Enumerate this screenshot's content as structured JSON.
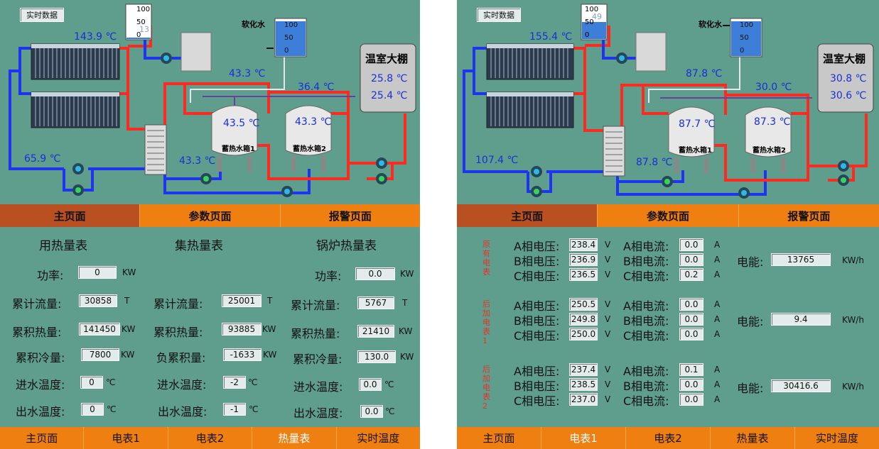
{
  "colors": {
    "panel": "#5f9e8c",
    "nav": "#f07f12",
    "nav_active": "#b95022",
    "pipe_red": "#ff2a1f",
    "pipe_blue": "#1d35f0",
    "pipe_purple": "#6a3fa0",
    "value_blue": "#1b2fd6"
  },
  "top_left": {
    "realtime_button": "实时数据",
    "tank_gauge": {
      "top": "100",
      "mid": "50",
      "bot": "0",
      "value": "13",
      "fill_fraction": 0.05
    },
    "soft_tank": {
      "top": "100",
      "mid": "50",
      "bot": "0"
    },
    "soft_water_label": "软化水",
    "temps": {
      "collector_top": "143.9 ℃",
      "collector_return": "65.9 ℃",
      "pipe_mid": "43.3 ℃",
      "pipe_right": "36.4 ℃",
      "pipe_low": "43.3 ℃"
    },
    "tank1": {
      "temp": "43.5 ℃",
      "name": "蓄热水箱1"
    },
    "tank2": {
      "temp": "43.3 ℃",
      "name": "蓄热水箱2"
    },
    "greenhouse": {
      "title": "温室大棚",
      "t1": "25.8 ℃",
      "t2": "25.4 ℃"
    }
  },
  "top_right": {
    "realtime_button": "实时数据",
    "tank_gauge": {
      "top": "100",
      "mid": "50",
      "bot": "0",
      "value": "49",
      "fill_fraction": 0.49
    },
    "soft_tank": {
      "top": "100",
      "mid": "50",
      "bot": "0"
    },
    "soft_water_label": "软化水",
    "temps": {
      "collector_top": "155.4 ℃",
      "collector_return": "107.4 ℃",
      "pipe_mid": "87.8 ℃",
      "pipe_right": "30.0 ℃",
      "pipe_low": "87.8 ℃"
    },
    "tank1": {
      "temp": "87.7 ℃",
      "name": "蓄热水箱1"
    },
    "tank2": {
      "temp": "87.3 ℃",
      "name": "蓄热水箱2"
    },
    "greenhouse": {
      "title": "温室大棚",
      "t1": "30.8 ℃",
      "t2": "30.6 ℃"
    }
  },
  "top_nav": [
    "主页面",
    "参数页面",
    "报警页面"
  ],
  "heat_meters": {
    "headers": [
      "用热量表",
      "集热量表",
      "锅炉热量表"
    ],
    "power_label": "功率:",
    "power_left": "0",
    "power_right": "0.0",
    "power_unit": "KW",
    "rows": [
      {
        "l1": "累计流量:",
        "v1": "30858",
        "u1": "T",
        "l2": "累计流量:",
        "v2": "25001",
        "u2": "T",
        "l3": "累计流量:",
        "v3": "5767",
        "u3": "T"
      },
      {
        "l1": "累积热量:",
        "v1": "141450",
        "u1": "KW",
        "l2": "累积热量:",
        "v2": "93885",
        "u2": "KW",
        "l3": "累积热量:",
        "v3": "21410",
        "u3": "KW"
      },
      {
        "l1": "累积冷量:",
        "v1": "7800",
        "u1": "KW",
        "l2": "负累积量:",
        "v2": "-1633",
        "u2": "KW",
        "l3": "累积冷量:",
        "v3": "130.0",
        "u3": "KW"
      },
      {
        "l1": "进水温度:",
        "v1": "0",
        "u1": "℃",
        "l2": "进水温度:",
        "v2": "-2",
        "u2": "℃",
        "l3": "进水温度:",
        "v3": "0.0",
        "u3": "℃"
      },
      {
        "l1": "出水温度:",
        "v1": "0",
        "u1": "℃",
        "l2": "出水温度:",
        "v2": "-1",
        "u2": "℃",
        "l3": "出水温度:",
        "v3": "0.0",
        "u3": "℃"
      }
    ]
  },
  "meters": {
    "energy_label": "电能:",
    "energy_unit": "KW/h",
    "groups": [
      {
        "side": [
          "原",
          "有",
          "电",
          "表"
        ],
        "energy": "13765",
        "rows": [
          {
            "vl": "A相电压:",
            "v": "238.4",
            "vu": "V",
            "cl": "A相电流:",
            "c": "0.0",
            "cu": "A"
          },
          {
            "vl": "B相电压:",
            "v": "236.9",
            "vu": "V",
            "cl": "B相电流:",
            "c": "0.0",
            "cu": "A"
          },
          {
            "vl": "C相电压:",
            "v": "236.5",
            "vu": "V",
            "cl": "C相电流:",
            "c": "0.2",
            "cu": "A"
          }
        ]
      },
      {
        "side": [
          "后",
          "加",
          "电",
          "表",
          "1"
        ],
        "energy": "9.4",
        "rows": [
          {
            "vl": "A相电压:",
            "v": "250.5",
            "vu": "V",
            "cl": "A相电流:",
            "c": "0.0",
            "cu": "A"
          },
          {
            "vl": "B相电压:",
            "v": "249.8",
            "vu": "V",
            "cl": "B相电流:",
            "c": "0.0",
            "cu": "A"
          },
          {
            "vl": "C相电压:",
            "v": "250.0",
            "vu": "V",
            "cl": "C相电流:",
            "c": "0.0",
            "cu": "A"
          }
        ]
      },
      {
        "side": [
          "后",
          "加",
          "电",
          "表",
          "2"
        ],
        "energy": "30416.6",
        "rows": [
          {
            "vl": "A相电压:",
            "v": "237.4",
            "vu": "V",
            "cl": "A相电流:",
            "c": "0.1",
            "cu": "A"
          },
          {
            "vl": "B相电压:",
            "v": "238.5",
            "vu": "V",
            "cl": "B相电流:",
            "c": "0.0",
            "cu": "A"
          },
          {
            "vl": "C相电压:",
            "v": "237.0",
            "vu": "V",
            "cl": "C相电流:",
            "c": "0.0",
            "cu": "A"
          }
        ]
      }
    ]
  },
  "bottom_nav": [
    "主页面",
    "电表1",
    "电表2",
    "热量表",
    "实时温度"
  ]
}
